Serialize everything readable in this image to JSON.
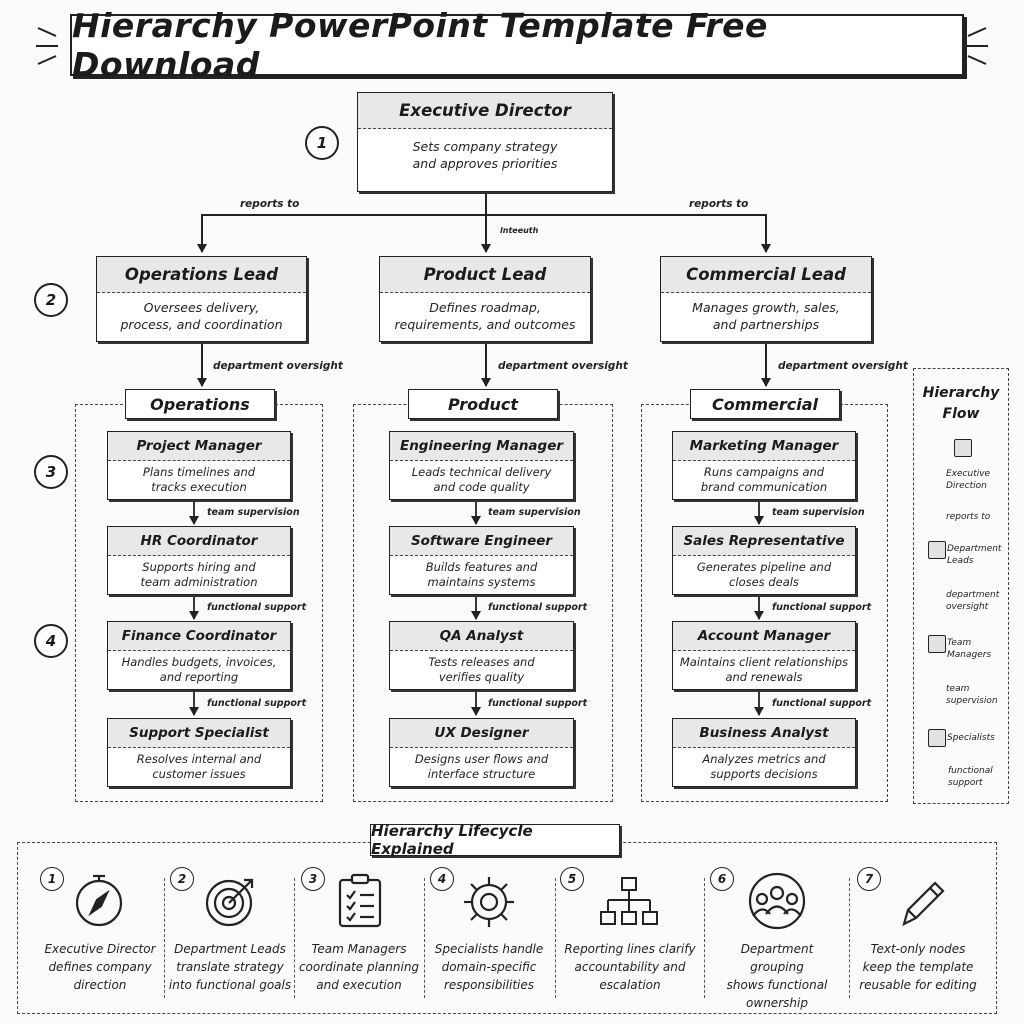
{
  "title": "Hierarchy PowerPoint Template Free Download",
  "levels": [
    "1",
    "2",
    "3",
    "4"
  ],
  "executive": {
    "title": "Executive Director",
    "line1": "Sets company strategy",
    "line2": "and approves priorities"
  },
  "connectors": {
    "reports_to": "reports to",
    "center_label": "lnteeuth",
    "department_oversight": "department oversight",
    "team_supervision": "team supervision",
    "functional_support": "functional support"
  },
  "leads": [
    {
      "title": "Operations Lead",
      "line1": "Oversees delivery,",
      "line2": "process, and coordination"
    },
    {
      "title": "Product Lead",
      "line1": "Defines roadmap,",
      "line2": "requirements, and outcomes"
    },
    {
      "title": "Commercial Lead",
      "line1": "Manages growth, sales,",
      "line2": "and partnerships"
    }
  ],
  "departments": [
    {
      "name": "Operations",
      "roles": [
        {
          "title": "Project Manager",
          "line1": "Plans timelines and",
          "line2": "tracks execution"
        },
        {
          "title": "HR Coordinator",
          "line1": "Supports hiring and",
          "line2": "team administration"
        },
        {
          "title": "Finance Coordinator",
          "line1": "Handles budgets, invoices,",
          "line2": "and reporting"
        },
        {
          "title": "Support Specialist",
          "line1": "Resolves internal and",
          "line2": "customer issues"
        }
      ]
    },
    {
      "name": "Product",
      "roles": [
        {
          "title": "Engineering Manager",
          "line1": "Leads technical delivery",
          "line2": "and code quality"
        },
        {
          "title": "Software Engineer",
          "line1": "Builds features and",
          "line2": "maintains systems"
        },
        {
          "title": "QA Analyst",
          "line1": "Tests releases and",
          "line2": "verifies quality"
        },
        {
          "title": "UX Designer",
          "line1": "Designs user flows and",
          "line2": "interface structure"
        }
      ]
    },
    {
      "name": "Commercial",
      "roles": [
        {
          "title": "Marketing Manager",
          "line1": "Runs campaigns and",
          "line2": "brand communication"
        },
        {
          "title": "Sales Representative",
          "line1": "Generates pipeline and",
          "line2": "closes deals"
        },
        {
          "title": "Account Manager",
          "line1": "Maintains client relationships",
          "line2": "and renewals"
        },
        {
          "title": "Business Analyst",
          "line1": "Analyzes metrics and",
          "line2": "supports decisions"
        }
      ]
    }
  ],
  "flow": {
    "title1": "Hierarchy",
    "title2": "Flow",
    "exec1": "Executive",
    "exec2": "Direction",
    "reports": "reports to",
    "dept1": "Department",
    "dept2": "Leads",
    "deptov1": "department",
    "deptov2": "oversight",
    "team1": "Team",
    "team2": "Managers",
    "teamsup1": "team",
    "teamsup2": "supervision",
    "spec": "Specialists",
    "func1": "functional",
    "func2": "support"
  },
  "lifecycle": {
    "title": "Hierarchy Lifecycle Explained",
    "steps": [
      {
        "num": "1",
        "icon": "compass-icon",
        "l1": "Executive Director",
        "l2": "defines company",
        "l3": "direction"
      },
      {
        "num": "2",
        "icon": "target-icon",
        "l1": "Department Leads",
        "l2": "translate strategy",
        "l3": "into functional goals"
      },
      {
        "num": "3",
        "icon": "checklist-icon",
        "l1": "Team Managers",
        "l2": "coordinate planning",
        "l3": "and execution"
      },
      {
        "num": "4",
        "icon": "gear-icon",
        "l1": "Specialists handle",
        "l2": "domain-specific",
        "l3": "responsibilities"
      },
      {
        "num": "5",
        "icon": "org-chart-icon",
        "l1": "Reporting lines clarify",
        "l2": "accountability and",
        "l3": "escalation"
      },
      {
        "num": "6",
        "icon": "team-group-icon",
        "l1": "Department grouping",
        "l2": "shows functional",
        "l3": "ownership"
      },
      {
        "num": "7",
        "icon": "pencil-icon",
        "l1": "Text-only nodes",
        "l2": "keep the template",
        "l3": "reusable for editing"
      }
    ]
  }
}
